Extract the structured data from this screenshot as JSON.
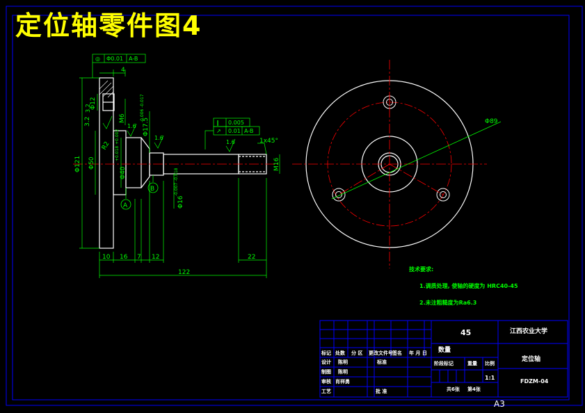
{
  "title": "定位轴零件图4",
  "drawing": {
    "dim_labels": {
      "flange_dia": "Φ121",
      "hub_dia": "Φ50",
      "fit_dia": "Φ40",
      "fit_tol": "+0.018\n+0.002",
      "bore_dia": "Φ12",
      "thread_small": "M6",
      "shoulder_dia": "Φ17.5",
      "shoulder_tol": "-0.006\n-0.017",
      "shaft_dia": "Φ16",
      "shaft_tol": "-0.007\n-0.018",
      "thread_end": "M16",
      "chamfer": "1x45°",
      "len_10": "10",
      "len_16": "16",
      "len_7": "7",
      "len_12": "12",
      "len_22": "22",
      "len_122": "122",
      "len_4": "4",
      "len_3_2": "3.2",
      "r2": "R2",
      "rough_1": "1.6",
      "rough_2": "1.6",
      "rough_3": "1.6",
      "rough_4": "3.2",
      "datum_a": "A",
      "datum_b": "B",
      "tol_top": [
        "◎",
        "Φ0.01",
        "A-B"
      ],
      "tol_mid_1": [
        "∥",
        "0.005"
      ],
      "tol_mid_2": [
        "↗",
        "0.01",
        "A-B"
      ],
      "circle_dia": "Φ89"
    }
  },
  "notes": {
    "heading": "技术要求:",
    "line1": "1.调质处理, 使轴的硬度为  HRC40-45",
    "line2": "2.未注粗糙度为Ra6.3"
  },
  "title_block": {
    "material": "45",
    "school": "江西农业大学",
    "part_name": "定位轴",
    "drawing_no": "FDZM-04",
    "scale": "1:1",
    "sheets": "共6张",
    "sheet_no": "第4张",
    "quantity_label": "数量",
    "stage_label": "阶段标记",
    "weight_label": "重量",
    "scale_label": "比例",
    "row_headers": [
      "标记",
      "处数",
      "分 区",
      "更改文件号",
      "签名",
      "年 月 日"
    ],
    "design": "设计",
    "design_name": "陈明",
    "standard": "标准",
    "draw": "制图",
    "draw_name": "陈明",
    "review": "审核",
    "review_name": "肖祥勇",
    "process": "工艺",
    "approve": "批 准"
  },
  "sheet_size": "A3",
  "colors": {
    "outline": "#ffffff",
    "dimension": "#00ff00",
    "centerline": "#ff0000",
    "frame": "#0000ff",
    "title": "#ffff00"
  }
}
